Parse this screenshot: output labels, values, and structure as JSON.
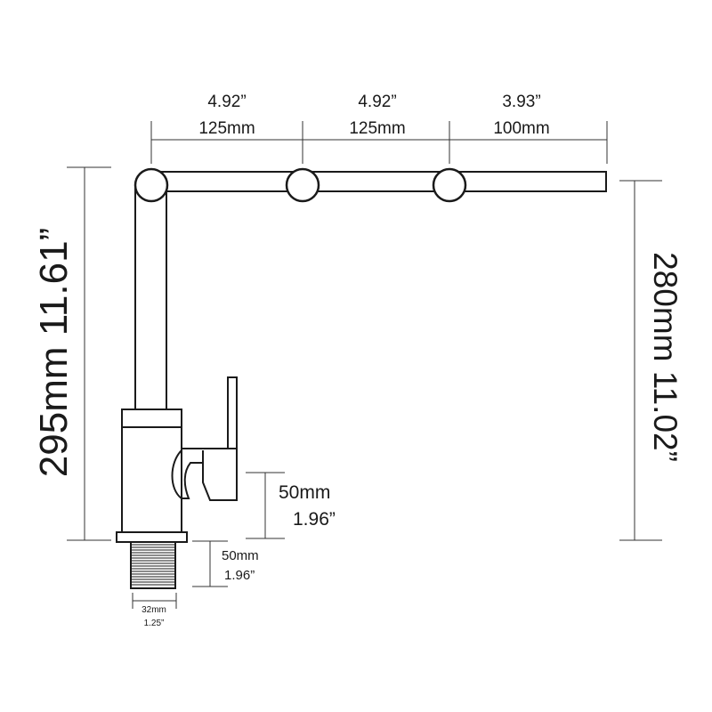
{
  "dimensions": {
    "top_seg1": {
      "inch": "4.92”",
      "mm": "125mm"
    },
    "top_seg2": {
      "inch": "4.92”",
      "mm": "125mm"
    },
    "top_seg3": {
      "inch": "3.93”",
      "mm": "100mm"
    },
    "total_height": "295mm 11.61”",
    "spout_height": "280mm 11.02”",
    "handle_height": {
      "mm": "50mm",
      "inch": "1.96”"
    },
    "thread_length": {
      "mm": "50mm",
      "inch": "1.96”"
    },
    "thread_diameter": {
      "mm": "32mm",
      "inch": "1.25”"
    }
  },
  "colors": {
    "line": "#1a1a1a",
    "background": "#ffffff"
  }
}
